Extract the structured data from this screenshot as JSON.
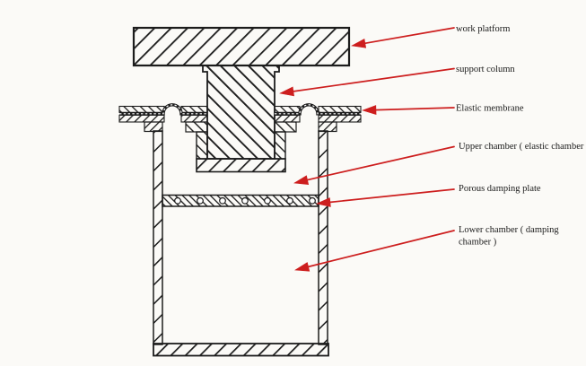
{
  "figure": {
    "background_color": "#fbfaf7",
    "line_color": "#1c1c1c",
    "label_color": "#1a1a1a",
    "leader_color": "#cd1e1e"
  },
  "labels": {
    "work_platform": "work platform",
    "support_column": "support column",
    "elastic_membrane": "Elastic membrane",
    "upper_chamber": "Upper chamber ( elastic chamber )",
    "porous_damping_plate": "Porous damping plate",
    "lower_chamber_line1": "Lower chamber ( damping",
    "lower_chamber_line2": "chamber )"
  }
}
